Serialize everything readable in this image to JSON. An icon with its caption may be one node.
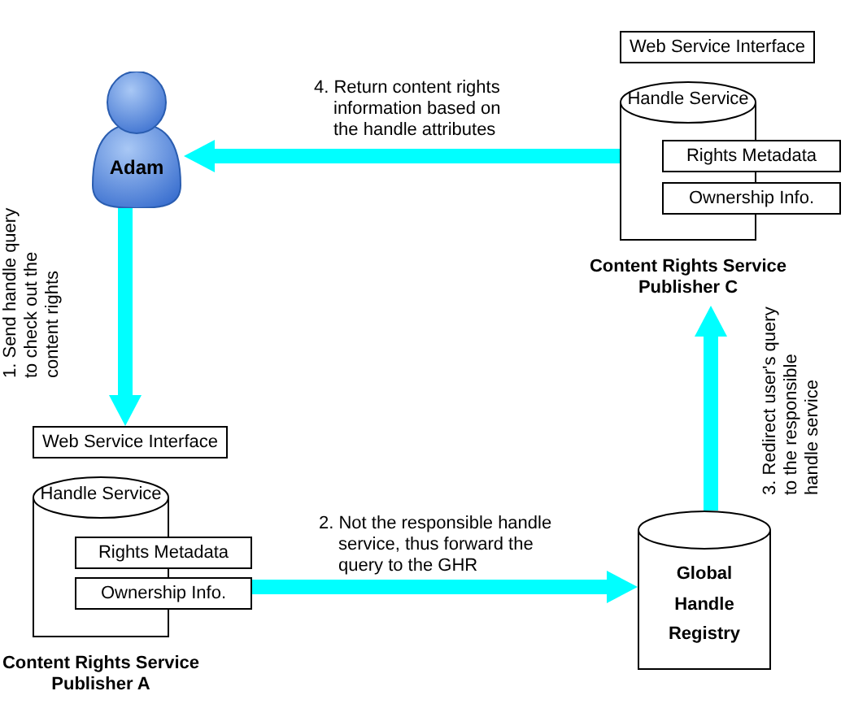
{
  "diagram": {
    "nodes": [
      {
        "text": [
          "Adam"
        ]
      },
      {
        "text": [
          "Web Service Interface"
        ]
      },
      {
        "text": [
          "Handle Service"
        ],
        "beside": [
          "Content Rights Service Publisher C"
        ]
      },
      {
        "text": [
          "Rights Metadata"
        ]
      },
      {
        "text": [
          "Ownership Info."
        ]
      },
      {
        "text": [
          "Web Service Interface"
        ]
      },
      {
        "text": [
          "Handle Service"
        ],
        "beside": [
          "Content Rights Service Publisher A"
        ]
      },
      {
        "text": [
          "Rights Metadata"
        ]
      },
      {
        "text": [
          "Ownership Info."
        ]
      },
      {
        "text": [
          "Global Handle Registry"
        ]
      }
    ],
    "edges": [
      {
        "from": 0,
        "to": 5,
        "arrow": "to",
        "label": "1. Send handle query to check out the content rights"
      },
      {
        "from": 8,
        "to": 9,
        "arrow": "to",
        "label": "2. Not the responsible handle service, thus forward the query to the GHR"
      },
      {
        "from": 9,
        "to": 2,
        "arrow": "to",
        "label": "3. Redirect user's query to the responsible handle service"
      },
      {
        "from": 2,
        "to": 0,
        "arrow": "to",
        "label": "4. Return content rights information based on the handle attributes"
      }
    ]
  }
}
